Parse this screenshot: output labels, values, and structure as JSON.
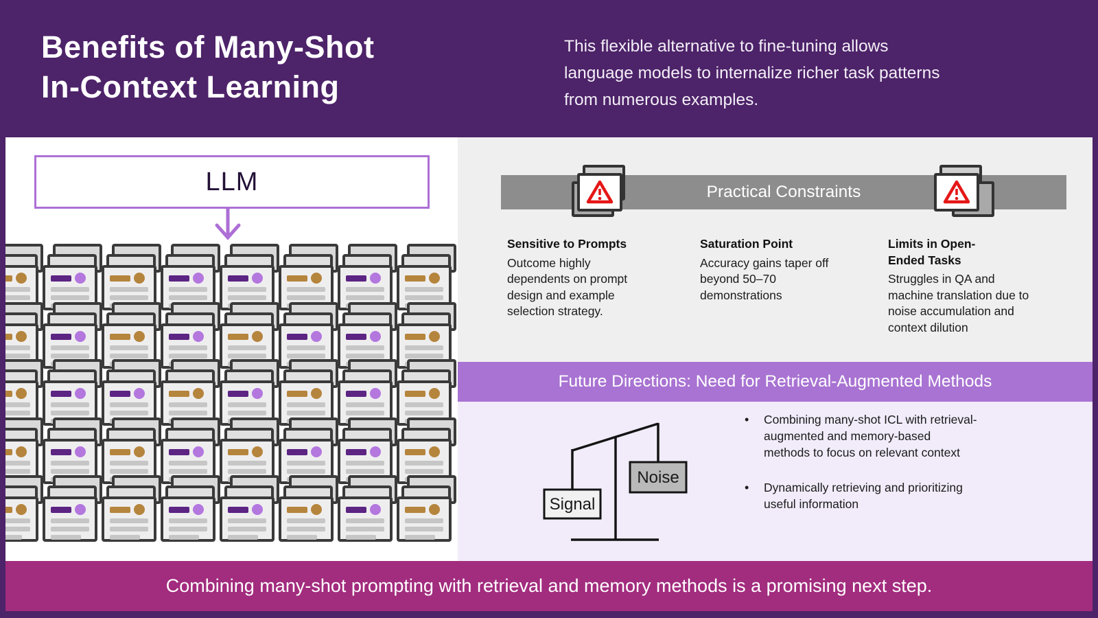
{
  "header": {
    "title_line1": "Benefits of Many-Shot",
    "title_line2": "In-Context Learning",
    "subtitle_lines": [
      "This flexible alternative to fine-tuning allows",
      "language models to internalize richer task patterns",
      "from numerous examples."
    ]
  },
  "left_panel": {
    "llm_label": "LLM",
    "doc_rows": [
      [
        "gold",
        "purple",
        "gold",
        "purple",
        "purple",
        "gold",
        "purple",
        "gold"
      ],
      [
        "gold",
        "purple",
        "gold",
        "purple",
        "gold",
        "purple",
        "purple",
        "gold"
      ],
      [
        "gold",
        "purple",
        "purple",
        "gold",
        "purple",
        "gold",
        "purple",
        "gold"
      ],
      [
        "gold",
        "purple",
        "gold",
        "purple",
        "gold",
        "purple",
        "purple",
        "gold"
      ],
      [
        "gold",
        "purple",
        "gold",
        "purple",
        "purple",
        "gold",
        "purple",
        "gold"
      ]
    ]
  },
  "constraints": {
    "banner_label": "Practical Constraints",
    "items": [
      {
        "title": "Sensitive to Prompts",
        "body": "Outcome highly dependents on prompt design and example selection strategy."
      },
      {
        "title": "Saturation Point",
        "body": "Accuracy gains taper off beyond 50–70 demonstrations"
      },
      {
        "title": "Limits in Open-Ended Tasks",
        "body": "Struggles in QA and machine translation due to noise accumulation and context dilution"
      }
    ]
  },
  "future": {
    "banner_label": "Future Directions: Need for Retrieval-Augmented Methods",
    "scale": {
      "left_label": "Signal",
      "right_label": "Noise"
    },
    "bullets": [
      "Combining many-shot ICL with retrieval-augmented and memory-based methods to focus on relevant context",
      "Dynamically retrieving and prioritizing useful information"
    ]
  },
  "footer": {
    "text": "Combining many-shot prompting with retrieval and memory methods is a promising next step."
  },
  "colors": {
    "frame_purple": "#4d2369",
    "footer_magenta": "#a22c7e",
    "constraints_banner_gray": "#8d8d8d",
    "future_banner_purple": "#a873d2",
    "lavender_bg": "#f2ecfa",
    "right_panel_gray": "#f0eff0",
    "accent_light_purple": "#ad6fd6",
    "doc_purple_bar": "#5c2483",
    "doc_purple_circle": "#b377de",
    "doc_gold": "#b5853d",
    "warning_red": "#e51717",
    "noise_box_gray": "#b9b9b9"
  }
}
